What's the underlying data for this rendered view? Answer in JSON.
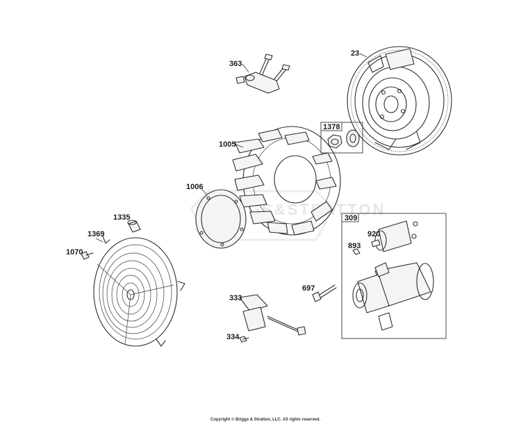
{
  "watermark_text": "BRIGGS&STRATTON",
  "copyright": "Copyright © Briggs & Stratton, LLC. All rights reserved.",
  "callouts": {
    "p23": "23",
    "p363": "363",
    "p1378": "1378",
    "p1005": "1005",
    "p1006": "1006",
    "p1335": "1335",
    "p1369": "1369",
    "p1070": "1070",
    "p309": "309",
    "p920": "920",
    "p893": "893",
    "p697": "697",
    "p333": "333",
    "p334": "334"
  }
}
